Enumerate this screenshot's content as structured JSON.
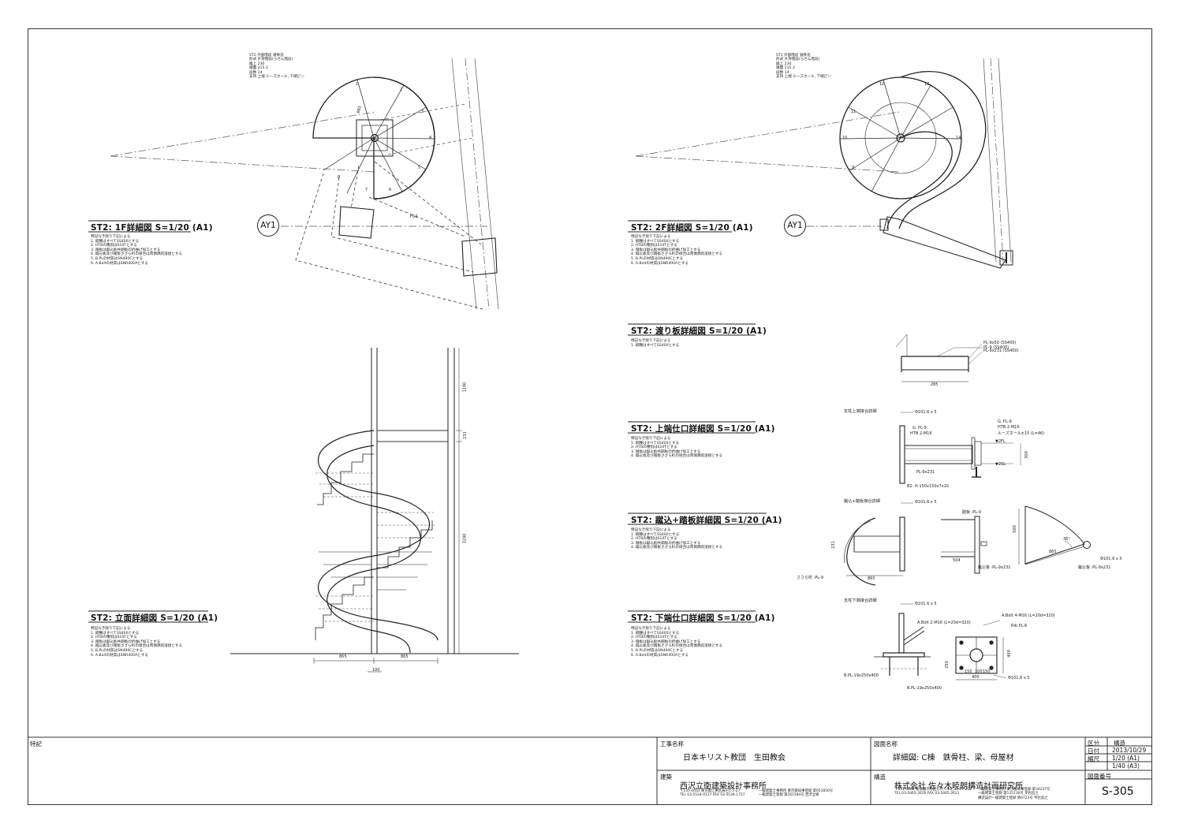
{
  "left_views": {
    "plan_1f": {
      "title": "ST2: 1F詳細図 S=1/20 (A1)",
      "spec": [
        "ST2 外部階段 鉄骨造",
        "形式 片持階段(らせん階段)",
        "蹴上 230",
        "踏面 215.3",
        "段数 14",
        "支持 上端 ルーズホール, 下端ピン"
      ],
      "notes": [
        "特記なき限り下記による",
        "1. 鋼種はすべてSS400とする",
        "2. HTBの種別はS10Tとする",
        "3. 踏板は蹴込板共鋼板の折曲げ加工とする",
        "4. 蹴込板及び踏板ささら桁の接合は両側隅肉溶接とする",
        "5. B.PLの材質はSN490Cとする",
        "6. A.Boltの材質はSNR400Aとする"
      ],
      "grid": "AY1",
      "step_numbers": [
        "1",
        "2",
        "3",
        "4",
        "5",
        "6",
        "7",
        "8"
      ],
      "dim": "865",
      "beam_label": "FG1"
    },
    "elevation": {
      "title": "ST2: 立面詳細図 S=1/20 (A1)",
      "notes": [
        "特記なき限り下記による",
        "1. 鋼種はすべてSS400とする",
        "2. HTBの種別はS10Tとする",
        "3. 踏板は蹴込板共鋼板の折曲げ加工とする",
        "4. 蹴込板及び踏板ささら桁の接合は両側隅肉溶接とする",
        "5. B.PLの材質はSN490Cとする",
        "6. A.Boltの材質はSNR400Aとする"
      ],
      "dims": [
        "1100",
        "231",
        "3240",
        "865",
        "865",
        "100"
      ]
    }
  },
  "right_views": {
    "plan_2f": {
      "title": "ST2: 2F詳細図 S=1/20 (A1)",
      "spec": [
        "ST2 外部階段 鉄骨造",
        "形式 片持階段(らせん階段)",
        "蹴上 230",
        "踏面 215.3",
        "段数 14",
        "支持 上端 ルーズホール, 下端ピン"
      ],
      "notes": [
        "特記なき限り下記による",
        "1. 鋼種はすべてSS400とする",
        "2. HTBの種別はS10Tとする",
        "3. 踏板は蹴込板共鋼板の折曲げ加工とする",
        "4. 蹴込板及び踏板ささら桁の接合は両側隅肉溶接とする",
        "5. B.PLの材質はSN490Cとする",
        "6. A.Boltの材質はSNR400Aとする"
      ],
      "grid": "AY1",
      "step_numbers": [
        "9",
        "10",
        "11",
        "12",
        "13",
        "14"
      ]
    },
    "landing": {
      "title": "ST2: 渡り板詳細図 S=1/20 (A1)",
      "notes": [
        "特記なき限り下記による",
        "1. 鋼種はすべてSS400とする"
      ],
      "labels": [
        "PL-9 (SS400)",
        "PL-9x50 (SS400)",
        "PL-9x231 (SS400)"
      ],
      "dim": "285"
    },
    "top": {
      "title": "ST2: 上端仕口詳細図 S=1/20 (A1)",
      "notes": [
        "特記なき限り下記による",
        "1. 鋼種はすべてSS400とする",
        "2. HTBの種別はS10Tとする",
        "3. 踏板は蹴込板共鋼板の折曲げ加工とする",
        "4. 蹴込板及び踏板ささら桁の接合は両側隅肉溶接とする"
      ],
      "sub": "支柱上端接合詳細",
      "labels": [
        "Φ101.6 x 5",
        "G. PL-9",
        "HTB 2-M16",
        "G. PL-9",
        "HTB 2-M16",
        "ルーズホール±15 (L=46)",
        "▼2FL",
        "▼2SL",
        "PL-9x231",
        "B2: H-150x150x7x10"
      ],
      "dim": "300"
    },
    "tread": {
      "title": "ST2: 蹴込+踏板詳細図 S=1/20 (A1)",
      "notes": [
        "特記なき限り下記による",
        "1. 鋼種はすべてSS400とする",
        "2. HTBの種別はS10Tとする",
        "3. 踏板は蹴込板共鋼板の折曲げ加工とする",
        "4. 蹴込板及び踏板ささら桁の接合は両側隅肉溶接とする"
      ],
      "sub": "蹴込+踏板接合詳細",
      "labels": [
        "Φ101.6 x 5",
        "踏板 :PL-9",
        "蹴込板 :PL-9x231",
        "蹴込板 :PL-9x231",
        "Φ101.6 x 5",
        "ささら桁 :PL-9",
        "36°"
      ],
      "dims": [
        "231",
        "865",
        "504",
        "500",
        "865"
      ]
    },
    "bottom": {
      "title": "ST2: 下端仕口詳細図 S=1/20 (A1)",
      "notes": [
        "特記なき限り下記による",
        "1. 鋼種はすべてSS400とする",
        "2. HTBの種別はS10Tとする",
        "3. 踏板は蹴込板共鋼板の折曲げ加工とする",
        "4. 蹴込板及び踏板ささら桁の接合は両側隅肉溶接とする",
        "5. B.PLの材質はSN490Cとする",
        "6. A.Boltの材質はSNR400Aとする"
      ],
      "sub": "支柱下端接合詳細",
      "labels": [
        "Φ101.6 x 5",
        "A.Bolt 4-M16 (L=20d=320)",
        "A.Bolt 2-M16 (L=20d=320)",
        "Rib PL-6",
        "B.PL-19x250x400",
        "B.PL-19x250x400",
        "Φ101.6 x 5"
      ],
      "dims": [
        "400",
        "150",
        "100",
        "150",
        "400",
        "250"
      ]
    }
  },
  "title_block": {
    "notes_label": "特記",
    "project_label": "工事名称",
    "project_name": "日本キリスト教団　生田教会",
    "drawing_label": "図面名称",
    "drawing_name": "詳細図:  C棟　鉄骨柱、梁、母屋材",
    "cat_label": "区分",
    "cat_value": "構造",
    "date_label": "日付",
    "date_value": "2013/10/29",
    "scale_label": "縮尺",
    "scale_value_1": "1/20 (A1)",
    "scale_value_2": "1/40 (A3)",
    "arch_label": "建築",
    "arch_firm": "西沢立衛建築設計事務所",
    "arch_addr": [
      "〒135-0053 東京都江東区辰巳1-5-27",
      "TEL 03-5534-0117  FAX 03-5534-1757"
    ],
    "arch_reg": [
      "一級建築士事務所  東京都知事登録  第051850号",
      "一級建築士登録  第261584号  西沢立衛"
    ],
    "struct_label": "構造",
    "struct_firm": "株式会社 佐々木睦朗構造計画研究所",
    "struct_addr": [
      "〒151-0062 東京都渋谷区元代々木町33-11-202",
      "TEL 03-5465-2620  FAX 03-5465-2621"
    ],
    "struct_reg": [
      "一級建築士事務所  東京都知事登録  第34237号",
      "一級建築士登録  第125116号  平岩良之",
      "構造設計一級建築士登録  第6723号  平岩良之"
    ],
    "number_label": "図面番号",
    "number_value": "S-305"
  }
}
